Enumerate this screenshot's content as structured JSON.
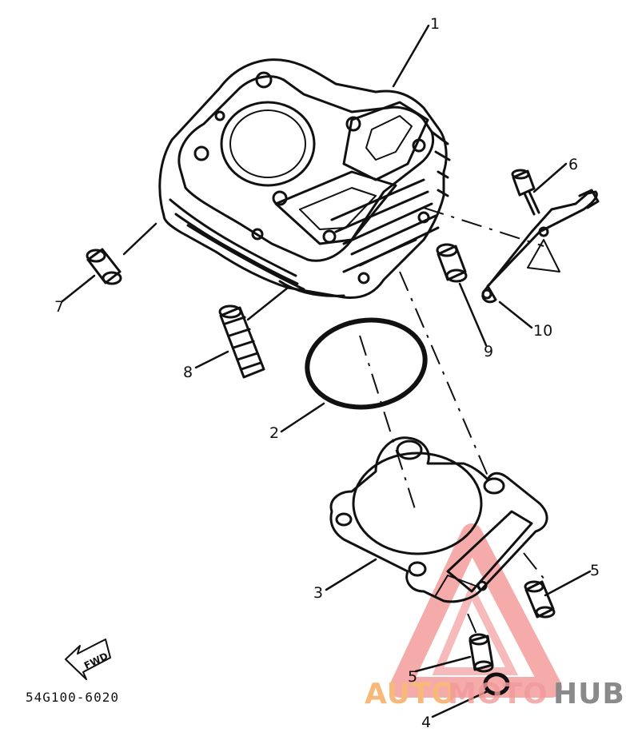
{
  "callouts": {
    "c1": "1",
    "c2": "2",
    "c3": "3",
    "c4": "4",
    "c5a": "5",
    "c5b": "5",
    "c6": "6",
    "c7": "7",
    "c8": "8",
    "c9": "9",
    "c10": "10"
  },
  "diagram_code": "54G100-6020",
  "fwd_label": "FWD",
  "watermark": {
    "part1": "AUTO",
    "part2": "MOTO",
    "part3": "HUB",
    "color1": "#f6b97a",
    "color2": "#f09a9a",
    "color3": "#8a8a8a",
    "logo_color": "#ee6666"
  },
  "colors": {
    "ink": "#111111",
    "background": "#ffffff"
  }
}
